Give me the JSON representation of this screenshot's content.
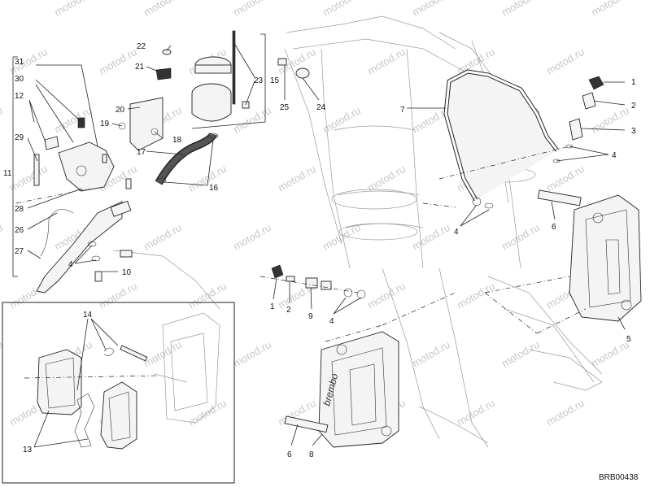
{
  "watermark": {
    "text": "motod.ru"
  },
  "diagram_code": "BRB00438",
  "callouts": {
    "c1a": "1",
    "c2a": "2",
    "c3a": "3",
    "c4a": "4",
    "c5": "5",
    "c6a": "6",
    "c7": "7",
    "c1b": "1",
    "c2b": "2",
    "c9": "9",
    "c4b": "4",
    "c6b": "6",
    "c8": "8",
    "c4c": "4",
    "c25": "25",
    "c24": "24",
    "c23": "23",
    "c15": "15",
    "c22": "22",
    "c21": "21",
    "c20": "20",
    "c19": "19",
    "c18": "18",
    "c17": "17",
    "c16": "16",
    "c31": "31",
    "c30": "30",
    "c12": "12",
    "c29": "29",
    "c11": "11",
    "c28": "28",
    "c26": "26",
    "c27": "27",
    "c4d": "4",
    "c10": "10",
    "c14": "14",
    "c13": "13"
  }
}
